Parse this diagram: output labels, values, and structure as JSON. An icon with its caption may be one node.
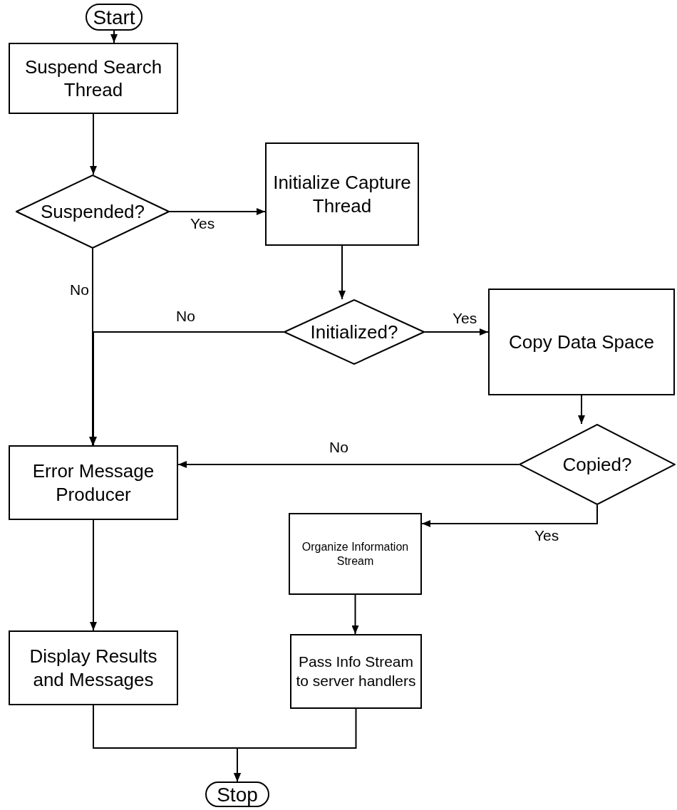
{
  "diagram": {
    "nodes": [
      {
        "text": [
          "Start"
        ]
      },
      {
        "text": [
          "Suspend Search Thread"
        ]
      },
      {
        "text": [
          "Suspended?"
        ]
      },
      {
        "text": [
          "Initialize Capture Thread"
        ]
      },
      {
        "text": [
          "Initialized?"
        ]
      },
      {
        "text": [
          "Copy Data Space"
        ]
      },
      {
        "text": [
          "Error Message Producer"
        ]
      },
      {
        "text": [
          "Copied?"
        ]
      },
      {
        "text": [
          "Organize Information Stream"
        ]
      },
      {
        "text": [
          "Display Results and Messages"
        ]
      },
      {
        "text": [
          "Pass Info Stream to server handlers"
        ]
      },
      {
        "text": [
          "Stop"
        ]
      }
    ],
    "edges": [
      {
        "from": 0,
        "to": 1,
        "arrow": "to"
      },
      {
        "from": 1,
        "to": 2,
        "arrow": "to"
      },
      {
        "from": 2,
        "to": 3,
        "arrow": "to",
        "label": "Yes"
      },
      {
        "from": 2,
        "to": 6,
        "arrow": "to",
        "label": "No"
      },
      {
        "from": 3,
        "to": 4,
        "arrow": "to"
      },
      {
        "from": 4,
        "to": 6,
        "arrow": "to",
        "label": "No"
      },
      {
        "from": 4,
        "to": 5,
        "arrow": "to",
        "label": "Yes"
      },
      {
        "from": 5,
        "to": 7,
        "arrow": "to"
      },
      {
        "from": 7,
        "to": 6,
        "arrow": "to",
        "label": "No"
      },
      {
        "from": 7,
        "to": 8,
        "arrow": "to",
        "label": "Yes"
      },
      {
        "from": 6,
        "to": 9,
        "arrow": "to"
      },
      {
        "from": 8,
        "to": 10,
        "arrow": "to"
      },
      {
        "from": 9,
        "to": 11,
        "arrow": "to"
      },
      {
        "from": 10,
        "to": 11,
        "arrow": "to"
      }
    ]
  }
}
